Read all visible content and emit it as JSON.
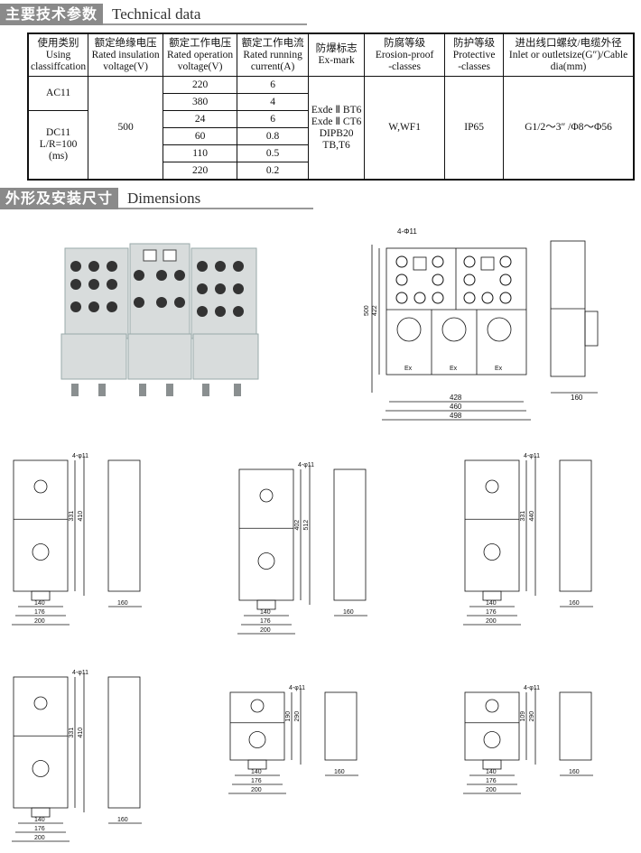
{
  "sections": {
    "tech_cn": "主要技术参数",
    "tech_en": "Technical data",
    "dim_cn": "外形及安装尺寸",
    "dim_en": "Dimensions"
  },
  "table": {
    "headers": [
      [
        "使用类别",
        "Using",
        "classiffcation"
      ],
      [
        "额定绝缘电压",
        "Rated insulation",
        "voltage(V)"
      ],
      [
        "额定工作电压",
        "Rated operation",
        "voltage(V)"
      ],
      [
        "额定工作电流",
        "Rated running",
        "current(A)"
      ],
      [
        "防爆标志",
        "Ex-mark"
      ],
      [
        "防腐等级",
        "Erosion-proof",
        "-classes"
      ],
      [
        "防护等级",
        "Protective",
        "-classes"
      ],
      [
        "进出线口螺纹/电缆外径",
        "Inlet or outletsize(G″)/Cable",
        "dia(mm)"
      ]
    ],
    "ac": "AC11",
    "dc": [
      "DC11",
      "L/R=100",
      "(ms)"
    ],
    "insulation": "500",
    "rows": [
      [
        "220",
        "6"
      ],
      [
        "380",
        "4"
      ],
      [
        "24",
        "6"
      ],
      [
        "60",
        "0.8"
      ],
      [
        "110",
        "0.5"
      ],
      [
        "220",
        "0.2"
      ]
    ],
    "exmark": [
      "Exde Ⅱ BT6",
      "Exde Ⅱ CT6",
      "DIPB20",
      "TB,T6"
    ],
    "erosion": "W,WF1",
    "protective": "IP65",
    "inlet": "G1/2～3″ /Φ8～Φ56"
  },
  "drawings": {
    "main": {
      "hole": "4-Φ11",
      "h1": "500",
      "h2": "422",
      "w1": "428",
      "w2": "460",
      "w3": "498",
      "depth": "160",
      "ex": "Ex"
    },
    "small": [
      {
        "hole": "4-φ11",
        "h1": "331",
        "h2": "410",
        "w1": "140",
        "w2": "176",
        "w3": "200",
        "depth": "160"
      },
      {
        "hole": "4-φ11",
        "h1": "402",
        "h2": "512",
        "w1": "140",
        "w2": "176",
        "w3": "200",
        "depth": "160"
      },
      {
        "hole": "4-φ11",
        "h1": "331",
        "h2": "440",
        "w1": "140",
        "w2": "176",
        "w3": "200",
        "depth": "160"
      },
      {
        "hole": "4-φ11",
        "h1": "331",
        "h2": "410",
        "w1": "140",
        "w2": "176",
        "w3": "200",
        "depth": "160"
      },
      {
        "hole": "4-φ11",
        "h1": "190",
        "h2": "290",
        "w1": "140",
        "w2": "176",
        "w3": "200",
        "depth": "160"
      },
      {
        "hole": "4-φ11",
        "h1": "109",
        "h2": "290",
        "w1": "140",
        "w2": "176",
        "w3": "200",
        "depth": "160"
      }
    ]
  }
}
